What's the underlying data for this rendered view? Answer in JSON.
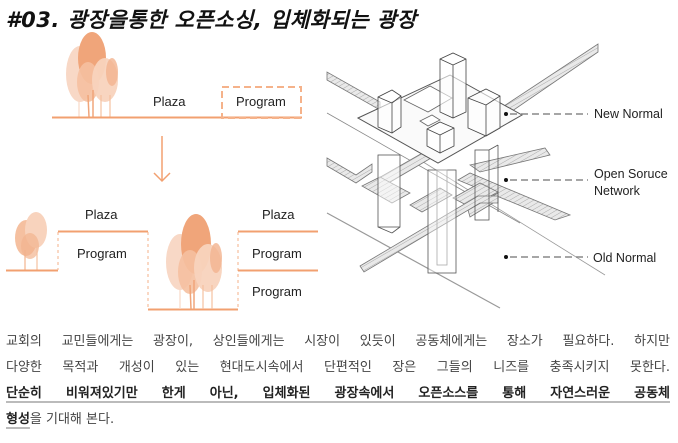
{
  "title": "#03. 광장을통한 오픈소싱, 입체화되는 광장",
  "colors": {
    "accent_orange": "#f2a070",
    "tree_dark": "#f0a57a",
    "tree_mid": "#f5c0a0",
    "tree_light": "#f8d8c6",
    "diagram_line": "#555555",
    "leader_dash": "#888888"
  },
  "before_diagram": {
    "plaza_label": "Plaza",
    "program_label": "Program"
  },
  "arrow_icon": "arrow-down-icon",
  "after_diagram": {
    "left_section": {
      "plaza_label": "Plaza",
      "program_label": "Program"
    },
    "right_section": {
      "plaza_label": "Plaza",
      "program_label_1": "Program",
      "program_label_2": "Program"
    }
  },
  "axonometric": {
    "labels": [
      {
        "text": "New Normal"
      },
      {
        "text": "Open Soruce",
        "text2": "Network"
      },
      {
        "text": "Old Normal"
      }
    ]
  },
  "paragraph": {
    "line1": "교회의 교민들에게는 광장이, 상인들에게는 시장이 있듯이 공동체에게는 장소가 필요하다. 하지만",
    "line2": "다양한 목적과 개성이 있는 현대도시속에서 단편적인 장은 그들의 니즈를 충족시키지 못한다.",
    "line3_emphasis": "단순히 비워져있기만 한게 아닌, 입체화된 광장속에서 오픈소스를 통해 자연스러운 공동체",
    "line4_emphasis": "형성",
    "line4_rest": "을 기대해 본다."
  }
}
